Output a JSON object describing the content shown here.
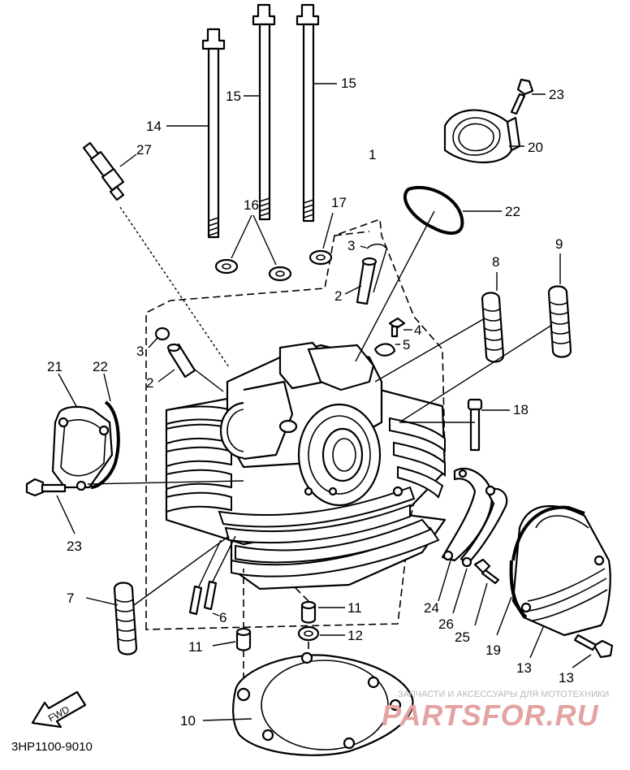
{
  "diagram": {
    "code": "3HP1100-9010",
    "fwd_mark": "FWD",
    "watermark_line1": "ЗАПЧАСТИ И АКСЕССУАРЫ ДЛЯ МОТОТЕХНИКИ",
    "watermark_line2": "PARTSFOR.RU",
    "labels": [
      {
        "id": "1",
        "text": "1"
      },
      {
        "id": "2a",
        "text": "2"
      },
      {
        "id": "2b",
        "text": "2"
      },
      {
        "id": "3a",
        "text": "3"
      },
      {
        "id": "3b",
        "text": "3"
      },
      {
        "id": "4",
        "text": "4"
      },
      {
        "id": "5",
        "text": "5"
      },
      {
        "id": "6",
        "text": "6"
      },
      {
        "id": "7",
        "text": "7"
      },
      {
        "id": "8",
        "text": "8"
      },
      {
        "id": "9",
        "text": "9"
      },
      {
        "id": "10",
        "text": "10"
      },
      {
        "id": "11a",
        "text": "11"
      },
      {
        "id": "11b",
        "text": "11"
      },
      {
        "id": "12",
        "text": "12"
      },
      {
        "id": "13a",
        "text": "13"
      },
      {
        "id": "13b",
        "text": "13"
      },
      {
        "id": "14",
        "text": "14"
      },
      {
        "id": "15a",
        "text": "15"
      },
      {
        "id": "15b",
        "text": "15"
      },
      {
        "id": "16",
        "text": "16"
      },
      {
        "id": "17",
        "text": "17"
      },
      {
        "id": "18",
        "text": "18"
      },
      {
        "id": "19",
        "text": "19"
      },
      {
        "id": "20",
        "text": "20"
      },
      {
        "id": "21",
        "text": "21"
      },
      {
        "id": "22a",
        "text": "22"
      },
      {
        "id": "22b",
        "text": "22"
      },
      {
        "id": "23a",
        "text": "23"
      },
      {
        "id": "23b",
        "text": "23"
      },
      {
        "id": "24",
        "text": "24"
      },
      {
        "id": "25",
        "text": "25"
      },
      {
        "id": "26",
        "text": "26"
      },
      {
        "id": "27",
        "text": "27"
      }
    ]
  }
}
